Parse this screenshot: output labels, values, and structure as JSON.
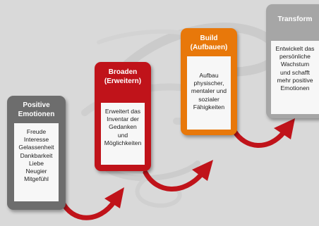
{
  "colors": {
    "background": "#d9d9d9",
    "swirl": "#c8c8c8",
    "arrow": "#c0131a",
    "stage1": "#6d6d6d",
    "stage2": "#c0131a",
    "stage3": "#e8780a",
    "stage4": "#a6a6a6"
  },
  "stages": [
    {
      "title": [
        "Positive",
        "Emotionen"
      ],
      "body": [
        "Freude",
        "Interesse",
        "Gelassenheit",
        "Dankbarkeit",
        "Liebe",
        "Neugier",
        "Mitgefühl"
      ]
    },
    {
      "title": [
        "Broaden",
        "(Erweitern)"
      ],
      "body": [
        "Erweitert das",
        "Inventar der",
        "Gedanken",
        "und",
        "Möglichkeiten"
      ]
    },
    {
      "title": [
        "Build",
        "(Aufbauen)"
      ],
      "body": [
        "Aufbau",
        "physischer,",
        "mentaler und",
        "sozialer",
        "Fähigkeiten"
      ]
    },
    {
      "title": [
        "Transform"
      ],
      "body": [
        "Entwickelt das",
        "persönliche",
        "Wachstum",
        "und schafft",
        "mehr positive",
        "Emotionen"
      ]
    }
  ]
}
